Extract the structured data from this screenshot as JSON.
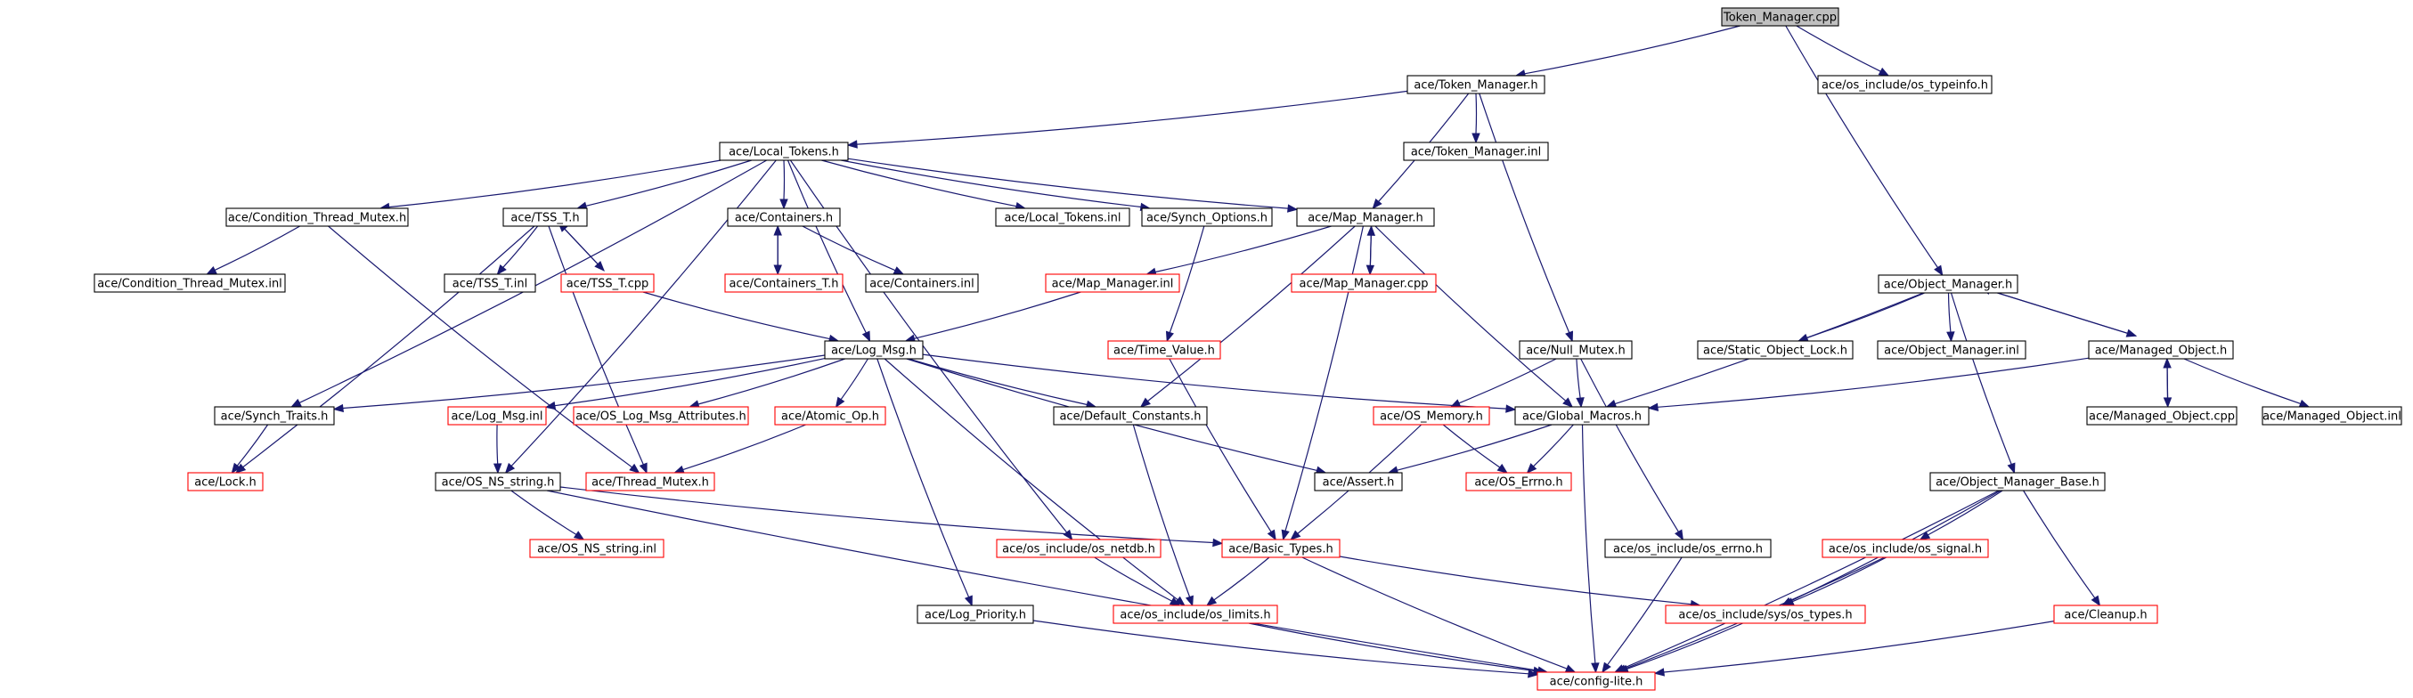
{
  "colors": {
    "edge": "#191970",
    "node_border_normal": "#000000",
    "node_border_missing": "#ff0000",
    "root_fill": "#bfbfbf",
    "node_fill": "#ffffff"
  },
  "nodes": [
    {
      "id": "token_manager_cpp",
      "label": "Token_Manager.cpp",
      "style": "root"
    },
    {
      "id": "token_manager_h",
      "label": "ace/Token_Manager.h",
      "style": "normal"
    },
    {
      "id": "os_typeinfo_h",
      "label": "ace/os_include/os_typeinfo.h",
      "style": "normal"
    },
    {
      "id": "local_tokens_h",
      "label": "ace/Local_Tokens.h",
      "style": "normal"
    },
    {
      "id": "token_manager_inl",
      "label": "ace/Token_Manager.inl",
      "style": "normal"
    },
    {
      "id": "condition_thread_mutex_h",
      "label": "ace/Condition_Thread_Mutex.h",
      "style": "normal"
    },
    {
      "id": "tss_t_h",
      "label": "ace/TSS_T.h",
      "style": "normal"
    },
    {
      "id": "containers_h",
      "label": "ace/Containers.h",
      "style": "normal"
    },
    {
      "id": "local_tokens_inl",
      "label": "ace/Local_Tokens.inl",
      "style": "normal"
    },
    {
      "id": "synch_options_h",
      "label": "ace/Synch_Options.h",
      "style": "normal"
    },
    {
      "id": "map_manager_h",
      "label": "ace/Map_Manager.h",
      "style": "normal"
    },
    {
      "id": "condition_thread_mutex_inl",
      "label": "ace/Condition_Thread_Mutex.inl",
      "style": "normal"
    },
    {
      "id": "tss_t_inl",
      "label": "ace/TSS_T.inl",
      "style": "normal"
    },
    {
      "id": "tss_t_cpp",
      "label": "ace/TSS_T.cpp",
      "style": "missing"
    },
    {
      "id": "containers_t_h",
      "label": "ace/Containers_T.h",
      "style": "missing"
    },
    {
      "id": "containers_inl",
      "label": "ace/Containers.inl",
      "style": "normal"
    },
    {
      "id": "map_manager_inl",
      "label": "ace/Map_Manager.inl",
      "style": "missing"
    },
    {
      "id": "map_manager_cpp",
      "label": "ace/Map_Manager.cpp",
      "style": "missing"
    },
    {
      "id": "object_manager_h",
      "label": "ace/Object_Manager.h",
      "style": "normal"
    },
    {
      "id": "log_msg_h",
      "label": "ace/Log_Msg.h",
      "style": "normal"
    },
    {
      "id": "time_value_h",
      "label": "ace/Time_Value.h",
      "style": "missing"
    },
    {
      "id": "null_mutex_h",
      "label": "ace/Null_Mutex.h",
      "style": "normal"
    },
    {
      "id": "static_object_lock_h",
      "label": "ace/Static_Object_Lock.h",
      "style": "normal"
    },
    {
      "id": "object_manager_inl",
      "label": "ace/Object_Manager.inl",
      "style": "normal"
    },
    {
      "id": "managed_object_h",
      "label": "ace/Managed_Object.h",
      "style": "normal"
    },
    {
      "id": "synch_traits_h",
      "label": "ace/Synch_Traits.h",
      "style": "normal"
    },
    {
      "id": "log_msg_inl",
      "label": "ace/Log_Msg.inl",
      "style": "missing"
    },
    {
      "id": "os_log_msg_attributes_h",
      "label": "ace/OS_Log_Msg_Attributes.h",
      "style": "missing"
    },
    {
      "id": "atomic_op_h",
      "label": "ace/Atomic_Op.h",
      "style": "missing"
    },
    {
      "id": "default_constants_h",
      "label": "ace/Default_Constants.h",
      "style": "normal"
    },
    {
      "id": "os_memory_h",
      "label": "ace/OS_Memory.h",
      "style": "missing"
    },
    {
      "id": "global_macros_h",
      "label": "ace/Global_Macros.h",
      "style": "normal"
    },
    {
      "id": "managed_object_cpp",
      "label": "ace/Managed_Object.cpp",
      "style": "normal"
    },
    {
      "id": "managed_object_inl",
      "label": "ace/Managed_Object.inl",
      "style": "normal"
    },
    {
      "id": "lock_h",
      "label": "ace/Lock.h",
      "style": "missing"
    },
    {
      "id": "os_ns_string_h",
      "label": "ace/OS_NS_string.h",
      "style": "normal"
    },
    {
      "id": "thread_mutex_h",
      "label": "ace/Thread_Mutex.h",
      "style": "missing"
    },
    {
      "id": "assert_h",
      "label": "ace/Assert.h",
      "style": "normal"
    },
    {
      "id": "os_errno_h",
      "label": "ace/OS_Errno.h",
      "style": "missing"
    },
    {
      "id": "object_manager_base_h",
      "label": "ace/Object_Manager_Base.h",
      "style": "normal"
    },
    {
      "id": "os_ns_string_inl",
      "label": "ace/OS_NS_string.inl",
      "style": "missing"
    },
    {
      "id": "os_netdb_h",
      "label": "ace/os_include/os_netdb.h",
      "style": "missing"
    },
    {
      "id": "basic_types_h",
      "label": "ace/Basic_Types.h",
      "style": "missing"
    },
    {
      "id": "os_include_os_errno_h",
      "label": "ace/os_include/os_errno.h",
      "style": "normal"
    },
    {
      "id": "os_signal_h",
      "label": "ace/os_include/os_signal.h",
      "style": "missing"
    },
    {
      "id": "log_priority_h",
      "label": "ace/Log_Priority.h",
      "style": "normal"
    },
    {
      "id": "os_limits_h",
      "label": "ace/os_include/os_limits.h",
      "style": "missing"
    },
    {
      "id": "sys_os_types_h",
      "label": "ace/os_include/sys/os_types.h",
      "style": "missing"
    },
    {
      "id": "cleanup_h",
      "label": "ace/Cleanup.h",
      "style": "missing"
    },
    {
      "id": "config_lite_h",
      "label": "ace/config-lite.h",
      "style": "missing"
    }
  ],
  "edges": [
    [
      "token_manager_cpp",
      "token_manager_h"
    ],
    [
      "token_manager_cpp",
      "os_typeinfo_h"
    ],
    [
      "token_manager_cpp",
      "object_manager_h"
    ],
    [
      "token_manager_h",
      "local_tokens_h"
    ],
    [
      "token_manager_h",
      "token_manager_inl"
    ],
    [
      "token_manager_h",
      "map_manager_h"
    ],
    [
      "token_manager_h",
      "null_mutex_h"
    ],
    [
      "local_tokens_h",
      "condition_thread_mutex_h"
    ],
    [
      "local_tokens_h",
      "tss_t_h"
    ],
    [
      "local_tokens_h",
      "containers_h"
    ],
    [
      "local_tokens_h",
      "local_tokens_inl"
    ],
    [
      "local_tokens_h",
      "synch_options_h"
    ],
    [
      "local_tokens_h",
      "map_manager_h"
    ],
    [
      "local_tokens_h",
      "log_msg_h"
    ],
    [
      "local_tokens_h",
      "synch_traits_h"
    ],
    [
      "local_tokens_h",
      "os_ns_string_h"
    ],
    [
      "local_tokens_h",
      "os_netdb_h"
    ],
    [
      "condition_thread_mutex_h",
      "condition_thread_mutex_inl"
    ],
    [
      "condition_thread_mutex_h",
      "thread_mutex_h"
    ],
    [
      "tss_t_h",
      "tss_t_inl"
    ],
    [
      "tss_t_h",
      "tss_t_cpp"
    ],
    [
      "tss_t_h",
      "lock_h"
    ],
    [
      "tss_t_h",
      "thread_mutex_h"
    ],
    [
      "tss_t_cpp",
      "tss_t_h"
    ],
    [
      "tss_t_cpp",
      "log_msg_h"
    ],
    [
      "containers_h",
      "containers_t_h"
    ],
    [
      "containers_h",
      "containers_inl"
    ],
    [
      "containers_t_h",
      "containers_h"
    ],
    [
      "synch_options_h",
      "time_value_h"
    ],
    [
      "map_manager_h",
      "map_manager_inl"
    ],
    [
      "map_manager_h",
      "map_manager_cpp"
    ],
    [
      "map_manager_h",
      "default_constants_h"
    ],
    [
      "map_manager_h",
      "global_macros_h"
    ],
    [
      "map_manager_h",
      "basic_types_h"
    ],
    [
      "map_manager_cpp",
      "map_manager_h"
    ],
    [
      "map_manager_inl",
      "log_msg_h"
    ],
    [
      "time_value_h",
      "basic_types_h"
    ],
    [
      "null_mutex_h",
      "global_macros_h"
    ],
    [
      "null_mutex_h",
      "os_memory_h"
    ],
    [
      "null_mutex_h",
      "os_include_os_errno_h"
    ],
    [
      "log_msg_h",
      "synch_traits_h"
    ],
    [
      "log_msg_h",
      "log_msg_inl"
    ],
    [
      "log_msg_h",
      "os_log_msg_attributes_h"
    ],
    [
      "log_msg_h",
      "atomic_op_h"
    ],
    [
      "log_msg_h",
      "default_constants_h"
    ],
    [
      "log_msg_h",
      "global_macros_h"
    ],
    [
      "log_msg_h",
      "assert_h"
    ],
    [
      "log_msg_h",
      "log_priority_h"
    ],
    [
      "log_msg_h",
      "os_limits_h"
    ],
    [
      "synch_traits_h",
      "lock_h"
    ],
    [
      "log_msg_inl",
      "os_ns_string_h"
    ],
    [
      "atomic_op_h",
      "thread_mutex_h"
    ],
    [
      "default_constants_h",
      "os_limits_h"
    ],
    [
      "os_memory_h",
      "os_errno_h"
    ],
    [
      "os_memory_h",
      "basic_types_h"
    ],
    [
      "global_macros_h",
      "assert_h"
    ],
    [
      "global_macros_h",
      "os_errno_h"
    ],
    [
      "global_macros_h",
      "config_lite_h"
    ],
    [
      "object_manager_h",
      "static_object_lock_h"
    ],
    [
      "object_manager_h",
      "object_manager_inl"
    ],
    [
      "object_manager_h",
      "managed_object_h"
    ],
    [
      "object_manager_h",
      "global_macros_h"
    ],
    [
      "object_manager_h",
      "object_manager_base_h"
    ],
    [
      "managed_object_h",
      "object_manager_h"
    ],
    [
      "managed_object_h",
      "managed_object_cpp"
    ],
    [
      "managed_object_h",
      "managed_object_inl"
    ],
    [
      "managed_object_h",
      "global_macros_h"
    ],
    [
      "managed_object_cpp",
      "managed_object_h"
    ],
    [
      "os_ns_string_h",
      "os_ns_string_inl"
    ],
    [
      "os_ns_string_h",
      "basic_types_h"
    ],
    [
      "os_ns_string_h",
      "config_lite_h"
    ],
    [
      "os_netdb_h",
      "os_limits_h"
    ],
    [
      "basic_types_h",
      "os_limits_h"
    ],
    [
      "basic_types_h",
      "sys_os_types_h"
    ],
    [
      "basic_types_h",
      "config_lite_h"
    ],
    [
      "object_manager_base_h",
      "os_signal_h"
    ],
    [
      "object_manager_base_h",
      "sys_os_types_h"
    ],
    [
      "object_manager_base_h",
      "cleanup_h"
    ],
    [
      "object_manager_base_h",
      "config_lite_h"
    ],
    [
      "os_signal_h",
      "sys_os_types_h"
    ],
    [
      "os_signal_h",
      "config_lite_h"
    ],
    [
      "os_include_os_errno_h",
      "config_lite_h"
    ],
    [
      "log_priority_h",
      "config_lite_h"
    ],
    [
      "os_limits_h",
      "config_lite_h"
    ],
    [
      "sys_os_types_h",
      "config_lite_h"
    ],
    [
      "cleanup_h",
      "config_lite_h"
    ]
  ]
}
